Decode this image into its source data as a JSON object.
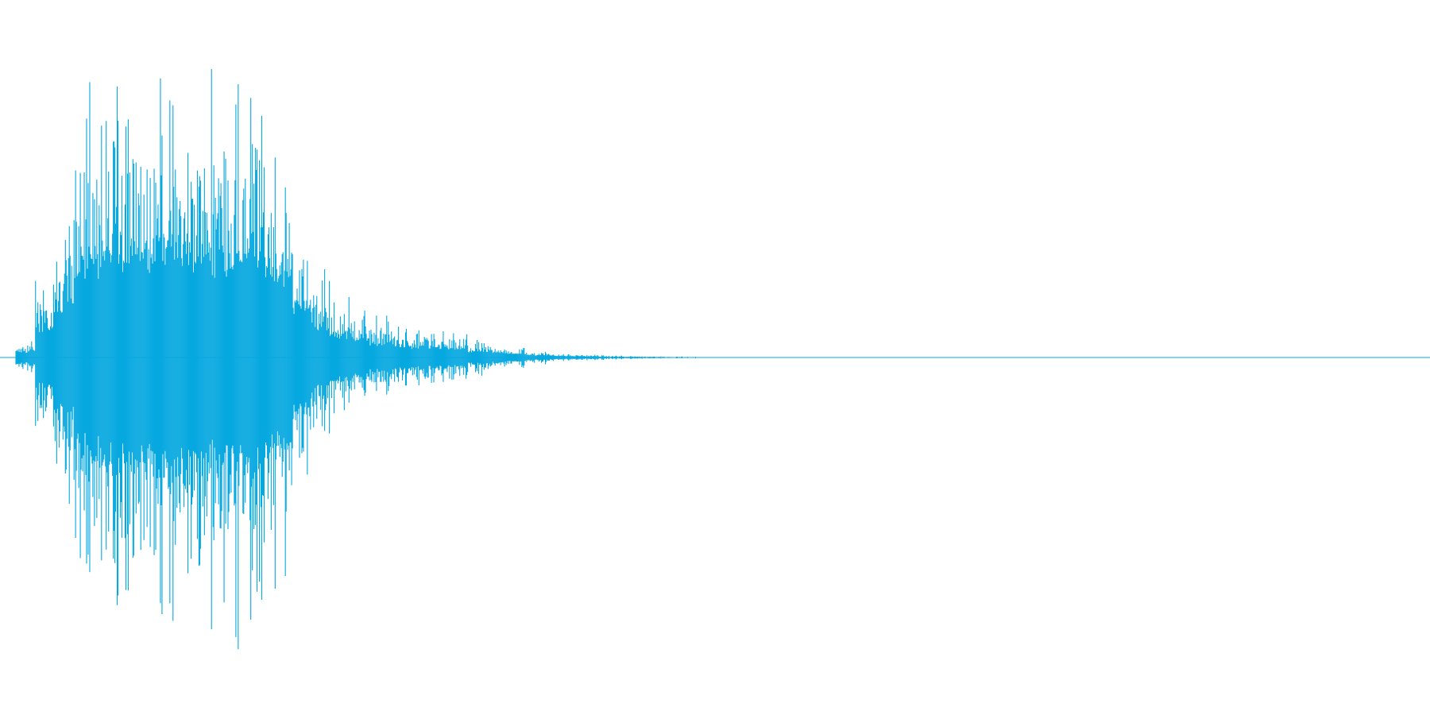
{
  "chart_data": {
    "type": "area",
    "description_visible_text": [],
    "title": "",
    "xlabel": "",
    "ylabel": "",
    "series": [
      {
        "values": [
          0.05,
          0.23,
          0.44,
          0.76,
          0.82,
          0.85,
          0.88,
          0.9,
          0.87,
          0.85,
          0.83,
          0.8,
          0.78,
          0.7,
          0.42,
          0.26,
          0.18,
          0.15,
          0.12,
          0.1,
          0.09,
          0.08,
          0.07,
          0.05,
          0.04,
          0.03,
          0.02,
          0.015,
          0.01,
          0.008,
          0.006,
          0.005,
          0.004,
          0.003,
          0.002,
          0.001,
          0.0,
          0.0,
          0.0,
          0.0,
          0.0,
          0.0,
          0.0,
          0.0,
          0.0,
          0.0,
          0.0,
          0.0,
          0.0,
          0.0,
          0.0,
          0.0,
          0.0,
          0.0,
          0.0,
          0.0,
          0.0,
          0.0,
          0.0,
          0.0,
          0.0,
          0.0,
          0.0,
          0.0,
          0.0,
          0.0,
          0.0,
          0.0,
          0.0,
          0.0,
          0.0,
          0.0
        ]
      }
    ],
    "ylim": [
      -1,
      1
    ],
    "grid": false,
    "color": "#06a8e0"
  }
}
